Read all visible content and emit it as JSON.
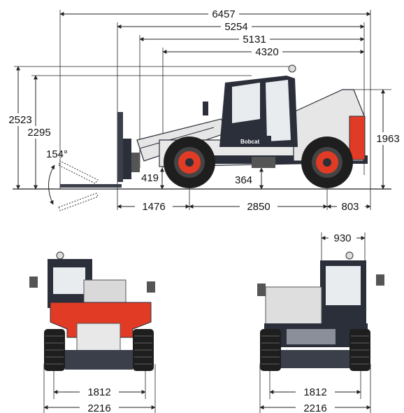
{
  "dimensions": {
    "overall_length": "6457",
    "length_front_frame": "5254",
    "length_carriage": "5131",
    "length_no_forks": "4320",
    "total_height": "2523",
    "cab_height": "2295",
    "tilt_angle": "154°",
    "rear_height": "1963",
    "fork_offset": "419",
    "ground_clearance": "364",
    "front_overhang": "1476",
    "wheelbase": "2850",
    "rear_overhang": "803",
    "cab_width": "930",
    "front_track": "1812",
    "front_width": "2216",
    "rear_track": "1812",
    "rear_width": "2216"
  },
  "brand_mark": "Bobcat",
  "colors": {
    "body": "#e8e8e8",
    "dark": "#2a2f3a",
    "accent": "#e23b25",
    "dimension_line": "#222222"
  }
}
